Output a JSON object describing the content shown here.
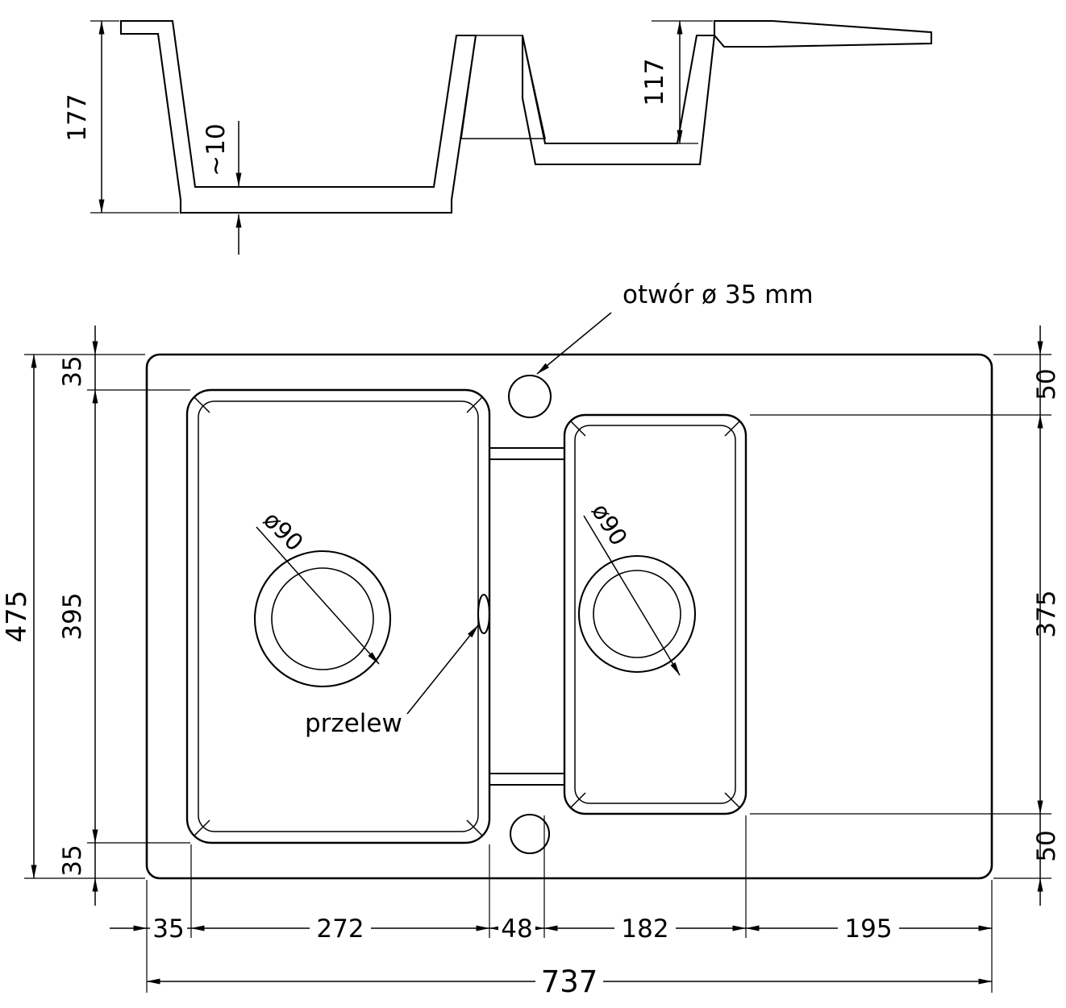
{
  "diagram": {
    "section": {
      "depth_main": "177",
      "bottom_thickness": "~10",
      "depth_small": "117"
    },
    "plan": {
      "faucet_hole_label": "otwór ø 35 mm",
      "overflow_label": "przelew",
      "drain_left": "ø90",
      "drain_right": "ø90",
      "left_dims": {
        "total_height": "475",
        "top_margin": "35",
        "bowl_height": "395",
        "bottom_margin": "35"
      },
      "right_dims": {
        "top_margin": "50",
        "bowl_height": "375",
        "bottom_margin": "50"
      },
      "bottom_dims": {
        "left_margin": "35",
        "bowl1_width": "272",
        "gap": "48",
        "bowl2_width": "182",
        "drainer_width": "195",
        "total_width": "737"
      }
    },
    "colors": {
      "line": "#000000",
      "background": "#ffffff"
    }
  }
}
